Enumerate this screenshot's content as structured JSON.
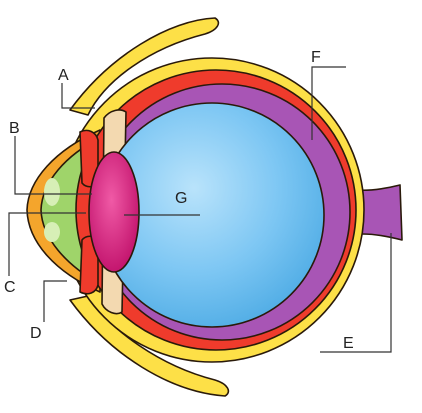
{
  "labels": {
    "A": "A",
    "B": "B",
    "C": "C",
    "D": "D",
    "E": "E",
    "F": "F",
    "G": "G"
  },
  "colors": {
    "sclera": "#fde047",
    "choroid": "#ef3b2c",
    "retina": "#a855b5",
    "vitreous": "#7cc6f3",
    "lens": "#d6147a",
    "aqueous": "#9fd46a",
    "cornea": "#f4a52c",
    "iris": "#ef3b2c",
    "optic_nerve": "#a855b5",
    "eyelid": "#fde047"
  }
}
